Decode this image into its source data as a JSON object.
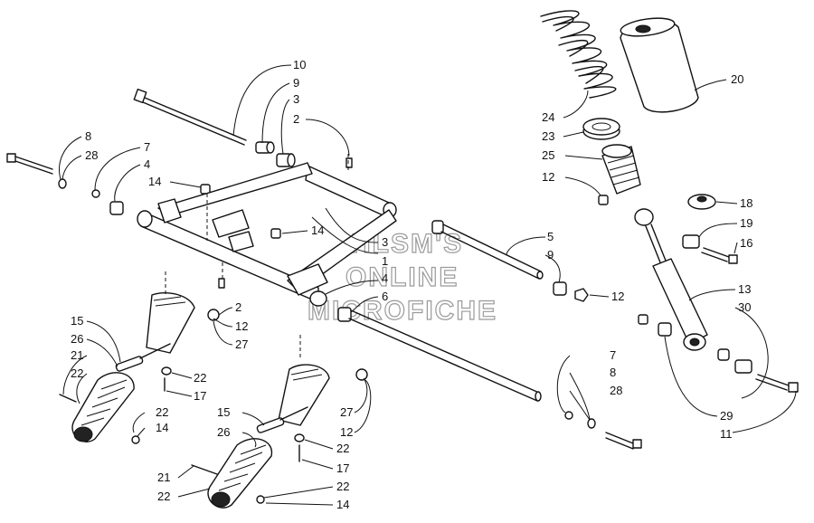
{
  "watermark": [
    "HLSM'S",
    "ONLINE",
    "MICROFICHE"
  ],
  "callouts": [
    "10",
    "9",
    "3",
    "2",
    "8",
    "28",
    "7",
    "4",
    "14",
    "14",
    "3",
    "1",
    "4",
    "6",
    "5",
    "9",
    "12",
    "24",
    "23",
    "25",
    "12",
    "18",
    "19",
    "16",
    "20",
    "13",
    "30",
    "2",
    "12",
    "27",
    "15",
    "26",
    "21",
    "22",
    "22",
    "17",
    "22",
    "14",
    "7",
    "8",
    "28",
    "29",
    "11",
    "15",
    "26",
    "27",
    "12",
    "22",
    "17",
    "21",
    "22",
    "22",
    "14"
  ]
}
